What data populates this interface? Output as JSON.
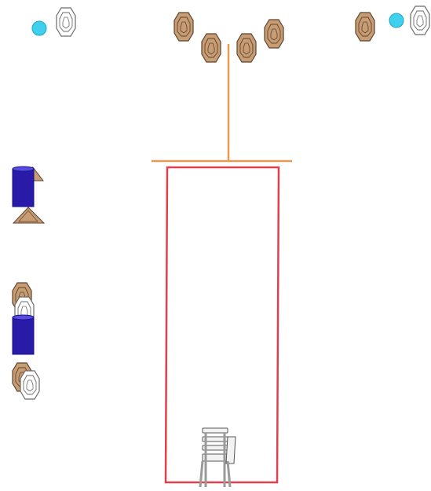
{
  "colors": {
    "background": "#ffffff",
    "brown_fill": "#c99d73",
    "brown_stroke": "#5c4330",
    "white_fill": "#ffffff",
    "white_stroke": "#6a6a6a",
    "light_blue": "#3fd0ee",
    "cylinder_fill": "#2a1aa8",
    "cylinder_top": "#5a4be0",
    "pole_orange": "#e89a52",
    "stage_red": "#e0404e",
    "chair_gray": "#9a9a9a"
  },
  "stage_elements": {
    "brown_speaker_count": 7,
    "white_speaker_count": 4,
    "light_count": 2,
    "cylinder_count": 2,
    "chair_count": 1
  }
}
